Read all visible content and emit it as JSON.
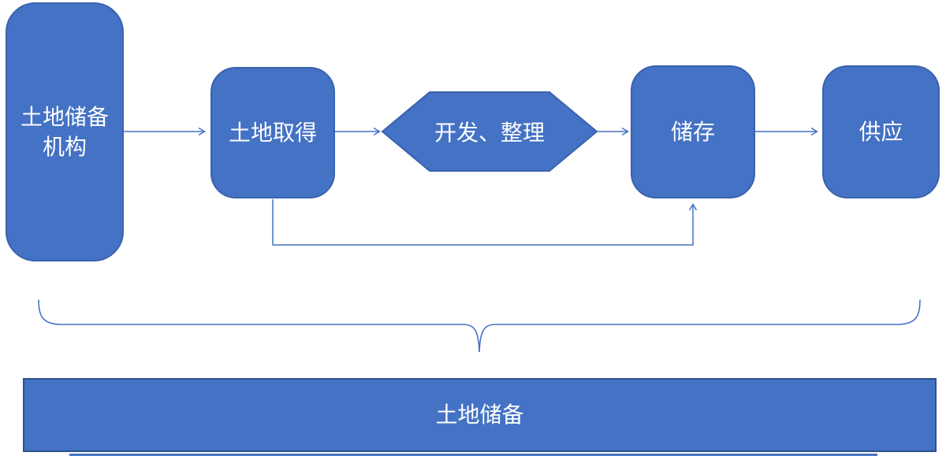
{
  "diagram": {
    "title_implicit": "土地储备流程图",
    "nodes": {
      "agency": {
        "lines": [
          "土地储备",
          "机构"
        ],
        "shape": "rounded-rectangle"
      },
      "acquisition": {
        "label": "土地取得",
        "shape": "rounded-rectangle"
      },
      "development": {
        "label": "开发、整理",
        "shape": "hexagon"
      },
      "storage": {
        "label": "储存",
        "shape": "rounded-rectangle"
      },
      "supply": {
        "label": "供应",
        "shape": "rounded-rectangle"
      },
      "banner": {
        "label": "土地储备",
        "shape": "rectangle"
      }
    },
    "connectors": [
      {
        "from": "agency",
        "to": "acquisition",
        "type": "straight-arrow"
      },
      {
        "from": "acquisition",
        "to": "development",
        "type": "straight-arrow"
      },
      {
        "from": "development",
        "to": "storage",
        "type": "straight-arrow"
      },
      {
        "from": "storage",
        "to": "supply",
        "type": "straight-arrow"
      },
      {
        "from": "acquisition-bottom",
        "to": "storage-bottom",
        "type": "elbow-arrow"
      }
    ],
    "brace": {
      "style": "downward-curly-brace",
      "spans": "agency-to-supply"
    },
    "colors": {
      "shape_fill": "#4472C4",
      "shape_border": "#3B62AE",
      "banner_border": "#2F528F",
      "connector": "#4472C4",
      "text": "#ffffff",
      "background": "#ffffff"
    }
  }
}
